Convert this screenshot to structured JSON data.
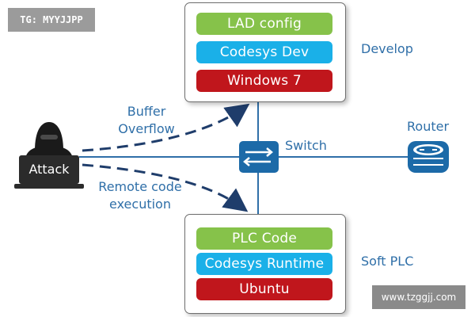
{
  "watermark_top_left": "TG: MYYJJPP",
  "watermark_bottom_right": "www.tzggjj.com",
  "attacker": {
    "label": "Attack"
  },
  "flows": {
    "upper_line1": "Buffer",
    "upper_line2": "Overflow",
    "lower_line1": "Remote code",
    "lower_line2": "execution"
  },
  "switch": {
    "label": "Switch"
  },
  "router": {
    "label": "Router"
  },
  "develop_stack": {
    "label": "Develop",
    "layers": [
      "LAD config",
      "Codesys Dev",
      "Windows 7"
    ]
  },
  "softplc_stack": {
    "label": "Soft PLC",
    "layers": [
      "PLC Code",
      "Codesys Runtime",
      "Ubuntu"
    ]
  },
  "colors": {
    "green": "#86c24a",
    "blue": "#1ab0e8",
    "red": "#c0161c",
    "line": "#2f6fa8",
    "switch": "#1c6aa8"
  }
}
